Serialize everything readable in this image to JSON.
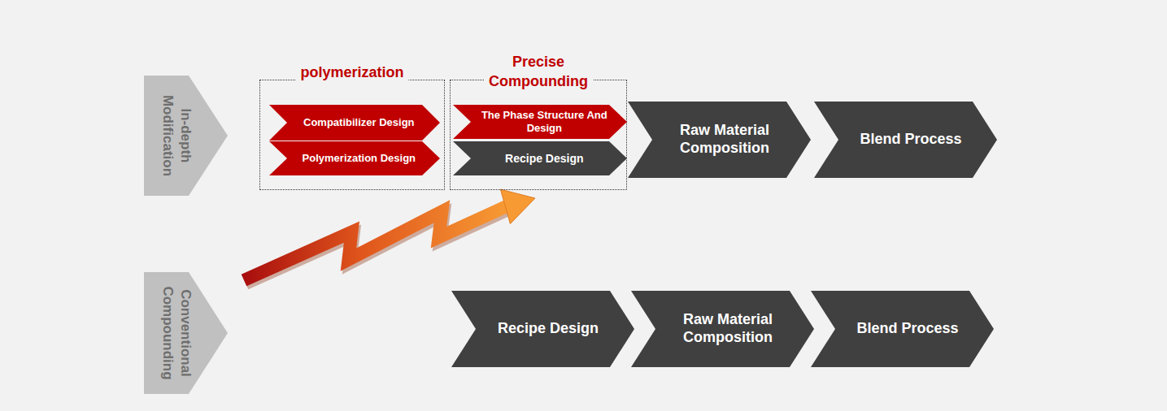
{
  "diagram": {
    "nodes": [
      {
        "text": [
          "In-depth Modification"
        ]
      },
      {
        "text": [
          "polymerization"
        ]
      },
      {
        "text": [
          "Compatibilizer Design"
        ],
        "in": 1
      },
      {
        "text": [
          "Polymerization Design"
        ],
        "in": 1
      },
      {
        "text": [
          "Precise Compounding"
        ]
      },
      {
        "text": [
          "The Phase Structure And Design"
        ],
        "in": 4
      },
      {
        "text": [
          "Recipe Design"
        ],
        "in": 4
      },
      {
        "text": [
          "Raw Material Composition"
        ]
      },
      {
        "text": [
          "Blend Process"
        ]
      },
      {
        "text": [
          "Conventional Compounding"
        ]
      },
      {
        "text": [
          "Recipe Design"
        ]
      },
      {
        "text": [
          "Raw Material Composition"
        ]
      },
      {
        "text": [
          "Blend Process"
        ]
      }
    ],
    "edges": [
      {
        "from": 9,
        "to": 4,
        "arrow": "to"
      }
    ]
  }
}
